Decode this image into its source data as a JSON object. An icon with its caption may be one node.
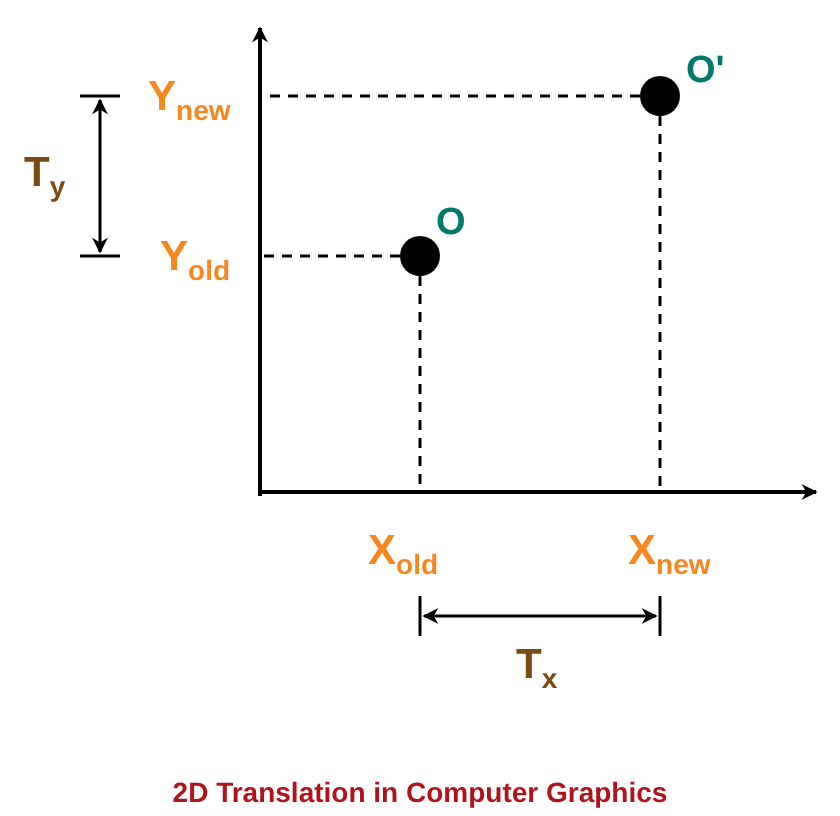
{
  "diagram": {
    "caption": "2D Translation in Computer Graphics",
    "nodes": [
      {
        "text": [],
        "shape": "circle",
        "beside": [
          "O'"
        ]
      },
      {
        "text": [],
        "shape": "circle",
        "beside": [
          "O"
        ]
      }
    ],
    "edges": [
      {
        "from": 0,
        "to": null,
        "arrow": "none",
        "style": "dashed"
      },
      {
        "from": 0,
        "to": null,
        "arrow": "none",
        "style": "dashed"
      },
      {
        "from": 1,
        "to": null,
        "arrow": "none",
        "style": "dashed"
      },
      {
        "from": 1,
        "to": null,
        "arrow": "none",
        "style": "dashed"
      }
    ],
    "labels": [
      "T$_{y}$",
      "Y$_{new}$",
      "Y$_{old}$",
      "X$_{old}$",
      "X$_{new}$",
      "T$_{x}$"
    ]
  }
}
